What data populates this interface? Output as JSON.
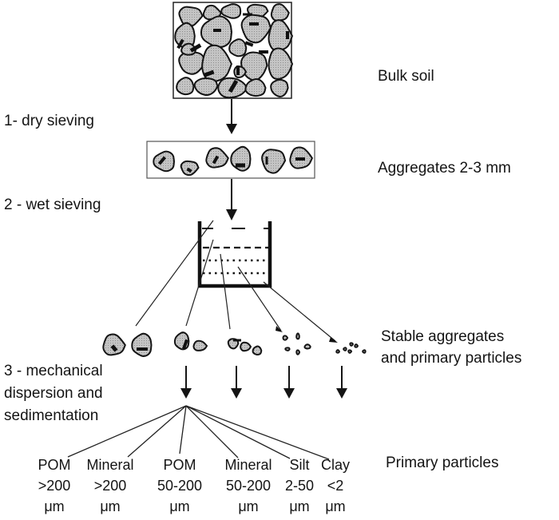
{
  "steps": {
    "step1": "1- dry sieving",
    "step2": "2 - wet sieving",
    "step3_line1": "3 - mechanical",
    "step3_line2": "dispersion and",
    "step3_line3": "sedimentation"
  },
  "stages": {
    "bulk_soil": "Bulk soil",
    "aggregates": "Aggregates 2-3 mm",
    "stable_line1": "Stable aggregates",
    "stable_line2": "and primary particles",
    "primary": "Primary particles"
  },
  "fractions": [
    {
      "name": "POM",
      "size": ">200",
      "unit": "μm"
    },
    {
      "name": "Mineral",
      "size": ">200",
      "unit": "μm"
    },
    {
      "name": "POM",
      "size": "50-200",
      "unit": "μm"
    },
    {
      "name": "Mineral",
      "size": "50-200",
      "unit": "μm"
    },
    {
      "name": "Silt",
      "size": "2-50",
      "unit": "μm"
    },
    {
      "name": "Clay",
      "size": "<2",
      "unit": "μm"
    }
  ],
  "colors": {
    "aggregate_fill": "#b4b4b4",
    "stroke": "#141414"
  }
}
